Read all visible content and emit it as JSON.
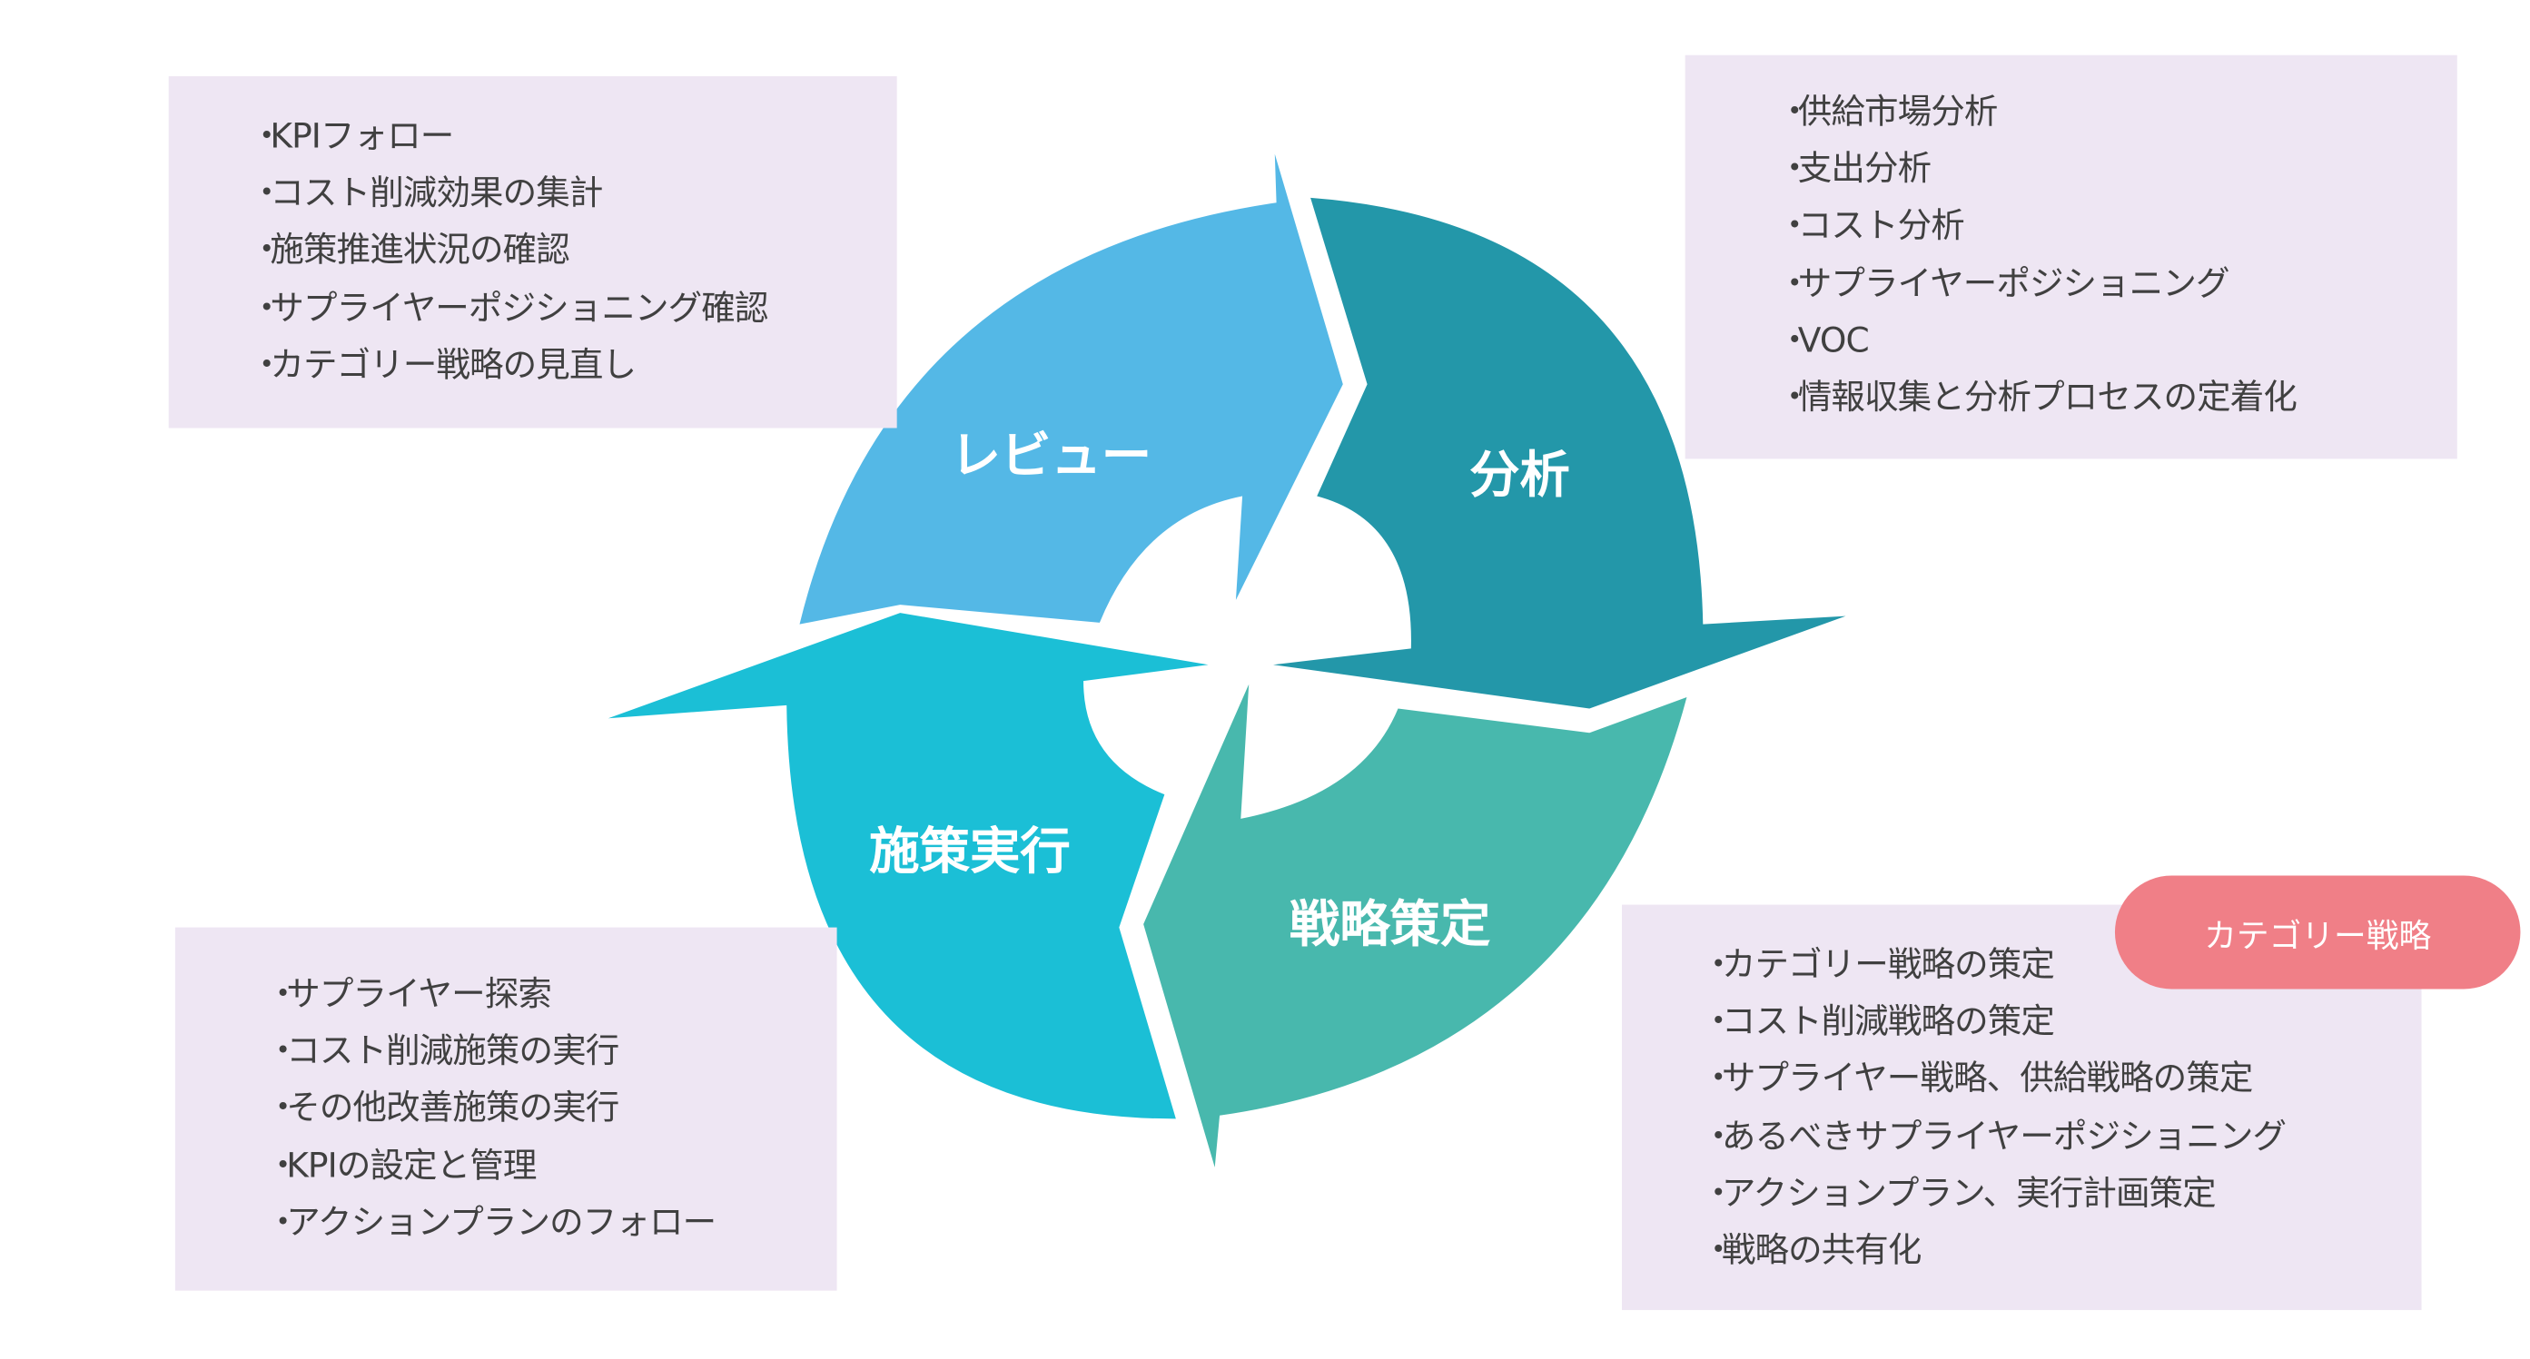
{
  "phases": {
    "review": {
      "label": "レビュー",
      "color": "#54b8e6",
      "items": [
        "KPIフォロー",
        "コスト削減効果の集計",
        "施策推進状況の確認",
        "サプライヤーポジショニング確認",
        "カテゴリー戦略の見直し"
      ]
    },
    "analysis": {
      "label": "分析",
      "color": "#2397a9",
      "items": [
        "供給市場分析",
        "支出分析",
        "コスト分析",
        "サプライヤーポジショニング",
        "VOC",
        "情報収集と分析プロセスの定着化"
      ]
    },
    "strategy": {
      "label": "戦略策定",
      "color": "#48b8ad",
      "items": [
        "カテゴリー戦略の策定",
        "コスト削減戦略の策定",
        "サプライヤー戦略、供給戦略の策定",
        "あるべきサプライヤーポジショニング",
        "アクションプラン、実行計画策定",
        "戦略の共有化"
      ]
    },
    "execution": {
      "label": "施策実行",
      "color": "#1bbfd6",
      "items": [
        "サプライヤー探索",
        "コスト削減施策の実行",
        "その他改善施策の実行",
        "KPIの設定と管理",
        "アクションプランのフォロー"
      ]
    }
  },
  "badge": {
    "label": "カテゴリー戦略",
    "color": "#f07f87"
  }
}
